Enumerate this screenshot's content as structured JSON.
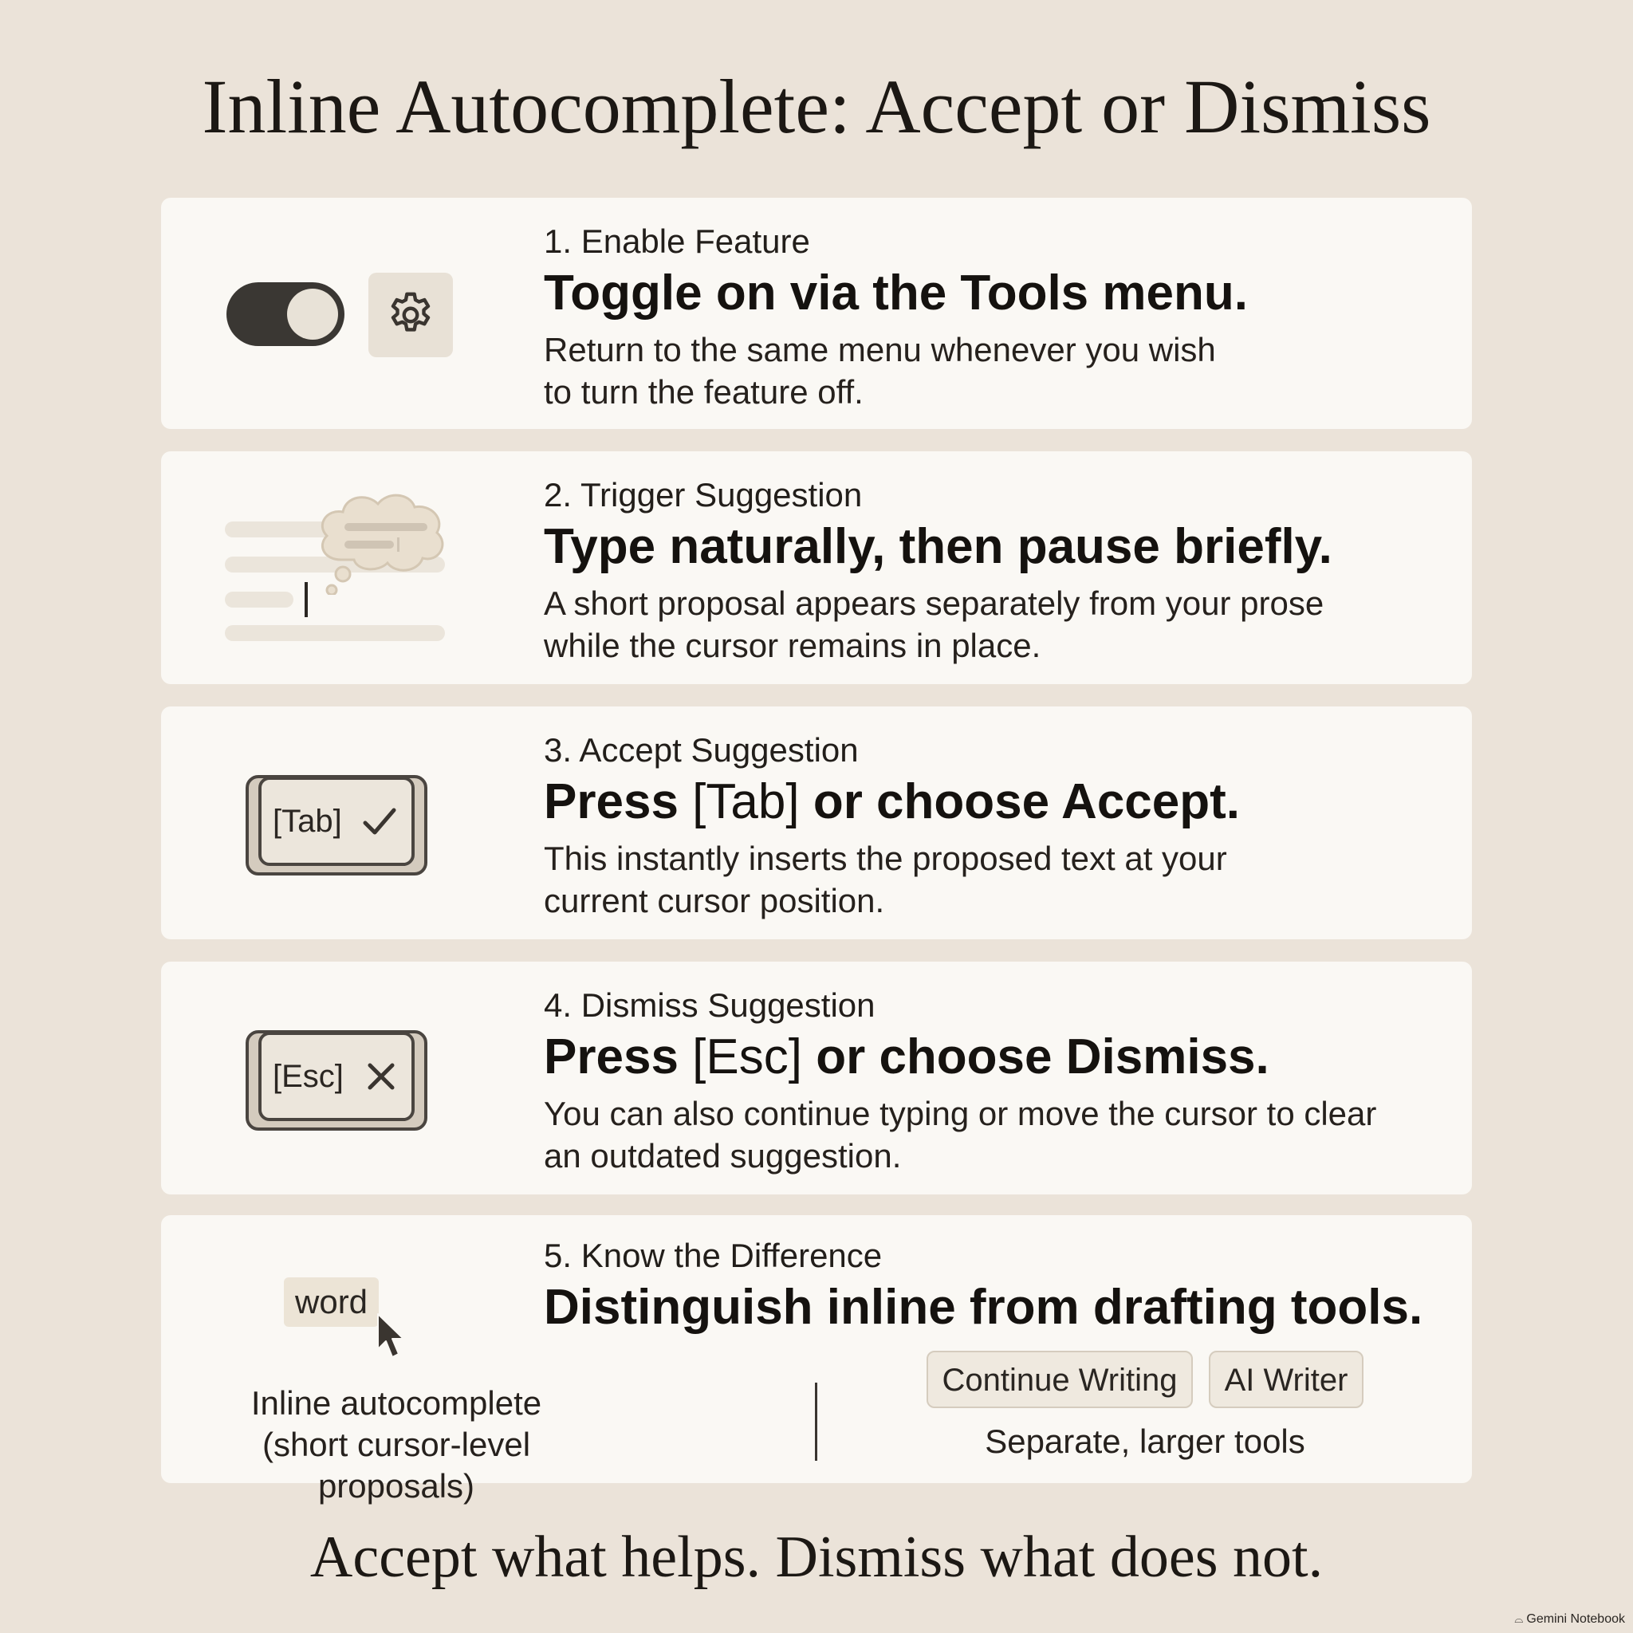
{
  "title": "Inline Autocomplete: Accept or Dismiss",
  "steps": [
    {
      "step": "1. Enable Feature",
      "headline": "Toggle on via the Tools menu.",
      "description": "Return to the same menu whenever you wish\nto turn the feature off.",
      "icons": [
        "toggle-switch-icon",
        "gear-icon"
      ]
    },
    {
      "step": "2. Trigger Suggestion",
      "headline": "Type naturally, then pause briefly.",
      "description": "A short proposal appears separately from your prose\nwhile the cursor remains in place.",
      "icons": [
        "thought-bubble-icon",
        "text-lines-icon"
      ]
    },
    {
      "step": "3. Accept Suggestion",
      "headline_bold_1": "Press",
      "headline_key": "[Tab]",
      "headline_bold_2": "or choose Accept.",
      "description": "This instantly inserts the proposed text at your\ncurrent cursor position.",
      "key_label": "[Tab]",
      "icons": [
        "checkmark-icon"
      ]
    },
    {
      "step": "4. Dismiss Suggestion",
      "headline_bold_1": "Press",
      "headline_key": "[Esc]",
      "headline_bold_2": "or choose Dismiss.",
      "description": "You can also continue typing or move the cursor to clear\nan outdated suggestion.",
      "key_label": "[Esc]",
      "icons": [
        "x-icon"
      ]
    },
    {
      "step": "5. Know the Difference",
      "headline": "Distinguish inline from drafting tools.",
      "word_chip": "word",
      "inline_caption": "Inline autocomplete\n(short cursor-level proposals)",
      "tool_buttons": [
        "Continue Writing",
        "AI Writer"
      ],
      "tools_caption": "Separate, larger tools",
      "icons": [
        "mouse-pointer-icon"
      ]
    }
  ],
  "footer": "Accept what helps. Dismiss what does not.",
  "brand": "Gemini Notebook"
}
